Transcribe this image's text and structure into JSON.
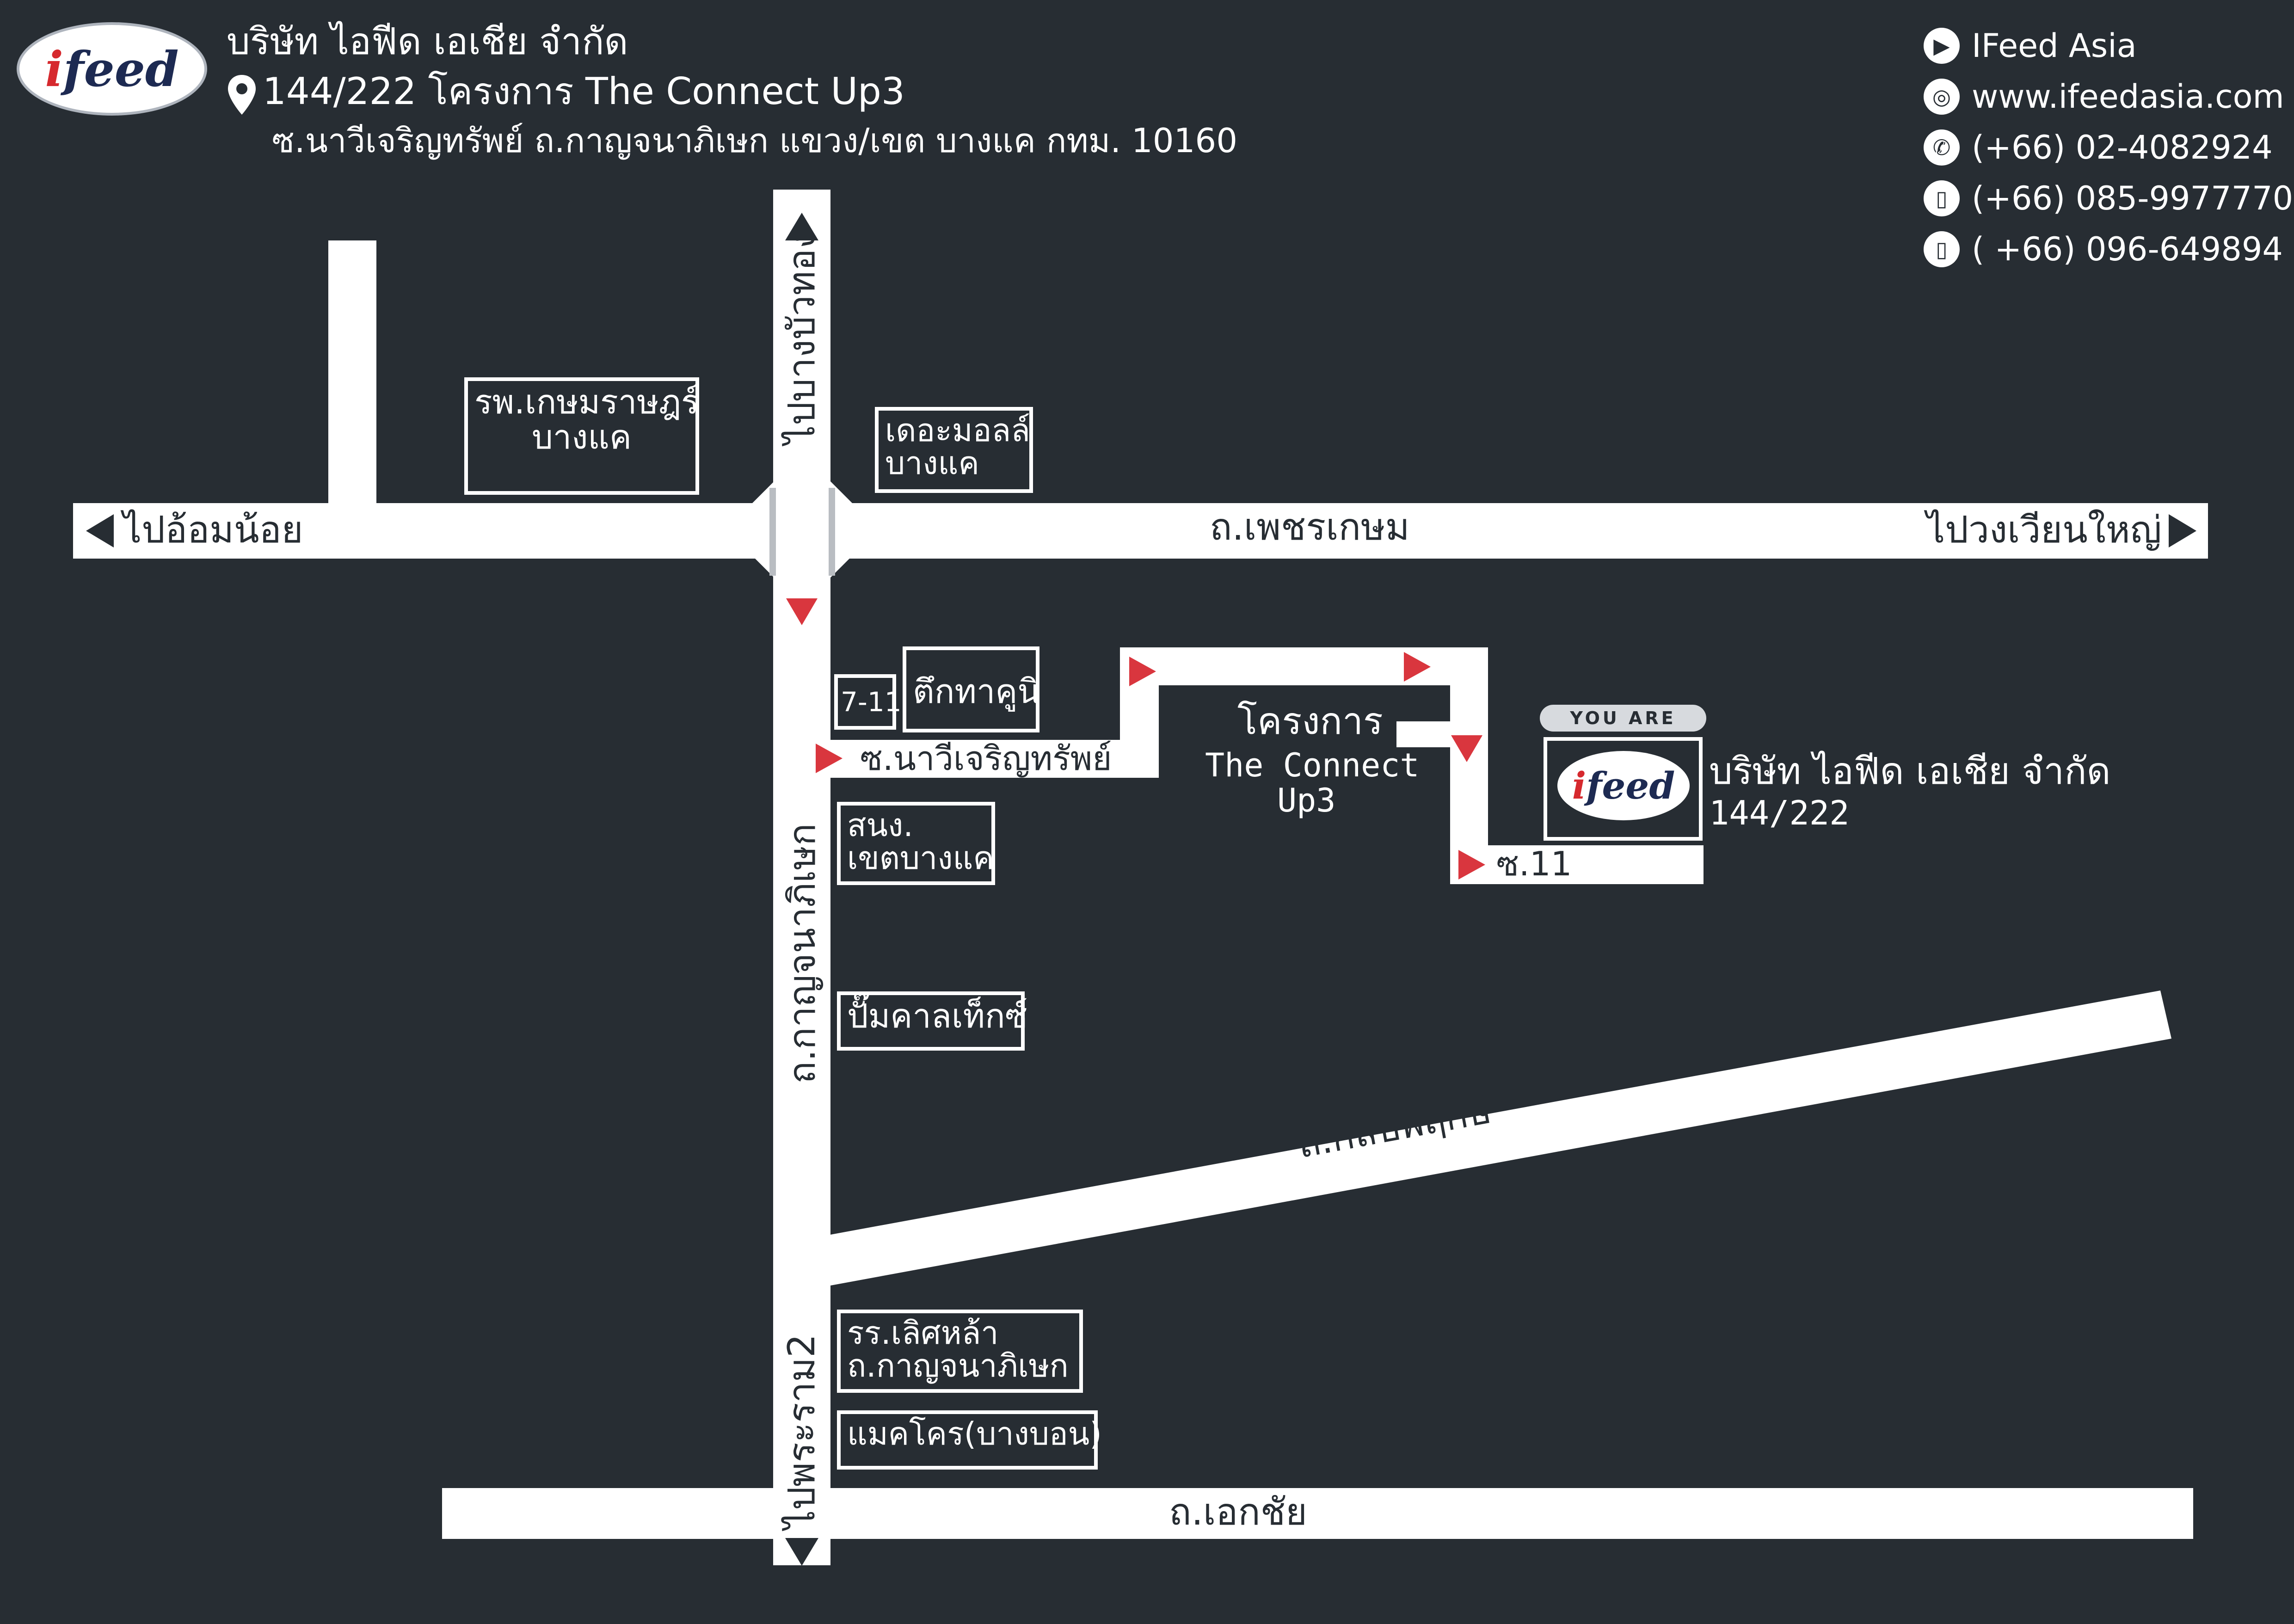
{
  "header": {
    "logo_text": "ifeed",
    "company_name": "บริษัท ไอฟีด เอเชีย จำกัด",
    "address_line1": "144/222 โครงการ The Connect Up3",
    "address_line2": "ซ.นาวีเจริญทรัพย์ ถ.กาญจนาภิเษก แขวง/เขต บางแค กทม. 10160"
  },
  "contacts": [
    {
      "icon": "youtube-icon",
      "text": "IFeed Asia"
    },
    {
      "icon": "globe-icon",
      "text": "www.ifeedasia.com"
    },
    {
      "icon": "phone-icon",
      "text": "(+66) 02-4082924"
    },
    {
      "icon": "mobile-icon",
      "text": "(+66) 085-9977770"
    },
    {
      "icon": "mobile-icon",
      "text": "( +66) 096-649894"
    }
  ],
  "roads": {
    "phetkasem": "ถ.เพชรเกษม",
    "to_om_noi": "ไปอ้อมน้อย",
    "to_wong_wian_yai": "ไปวงเวียนใหญ่",
    "to_bang_bua_thong": "ไปบางบัวทอง",
    "kanchanaphisek": "ถ.กาญจนาภิเษก",
    "kanlapaphruek": "ถ.กัลปพฤกษ์",
    "to_rama2": "ไปพระราม2",
    "ekkachai": "ถ.เอกชัย",
    "soi_nawee": "ซ.นาวีเจริญทรัพย์",
    "soi_11": "ซ.11"
  },
  "landmarks": {
    "hospital": [
      "รพ.เกษมราษฎร์",
      "บางแค"
    ],
    "the_mall": [
      "เดอะมอลล์",
      "บางแค"
    ],
    "seven_eleven": "7-11",
    "tuk_tha_khun": "ตึกทาคูนิ",
    "police": [
      "สนง.",
      "เขตบางแค"
    ],
    "caltex": "ปั๊มคาลเท็กซ์",
    "school": [
      "รร.เลิศหล้า",
      "ถ.กาญจนาภิเษก"
    ],
    "makro": "แมคโคร(บางบอน)"
  },
  "project": {
    "name_thai": "โครงการ",
    "name_en_1": "The Connect",
    "name_en_2": "Up3"
  },
  "destination": {
    "you_are_here": "YOU ARE HERE",
    "logo_text": "ifeed",
    "company_name": "บริษัท ไอฟีด เอเชีย จำกัด",
    "number": "144/222"
  },
  "colors": {
    "background": "#272d33",
    "road": "#ffffff",
    "arrow": "#d9363e",
    "logo_red": "#d6292e",
    "logo_navy": "#1d2a52"
  }
}
